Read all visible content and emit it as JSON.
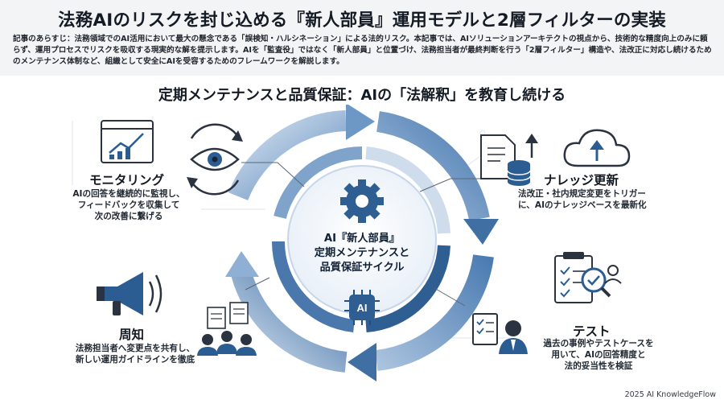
{
  "header": {
    "title": "法務AIのリスクを封じ込める『新人部員』運用モデルと2層フィルターの実装",
    "summary": "記事のあらすじ：法務領域でのAI活用において最大の懸念である「誤検知・ハルシネーション」による法的リスク。本記事では、AIソリューションアーキテクトの視点から、技術的な精度向上のみに頼らず、運用プロセスでリスクを吸収する現実的な解を提示します。AIを「監査役」ではなく「新人部員」と位置づけ、法務担当者が最終判断を行う「2層フィルター」構造や、法改正に対応し続けるためのメンテナンス体制など、組織として安全にAIを受容するためのフレームワークを解説します。"
  },
  "section": {
    "title": "定期メンテナンスと品質保証：AIの「法解釈」を教育し続ける"
  },
  "center": {
    "line1": "AI『新人部員』",
    "line2": "定期メンテナンスと",
    "line3": "品質保証サイクル",
    "chip": "AI"
  },
  "stages": {
    "monitoring": {
      "title": "モニタリング",
      "desc1": "AIの回答を継続的に監視し、",
      "desc2": "フィードバックを収集して",
      "desc3": "次の改善に繋げる",
      "icons": [
        "chart-dashboard-icon",
        "eye-cycle-icon"
      ]
    },
    "knowledge": {
      "title": "ナレッジ更新",
      "desc1": "法改正・社内規定変更をトリガー",
      "desc2": "に、AIのナレッジベースを最新化",
      "icons": [
        "document-database-icon",
        "cloud-upload-icon"
      ]
    },
    "test": {
      "title": "テスト",
      "desc1": "過去の事例やテストケースを",
      "desc2": "用いて、AIの回答精度と",
      "desc3": "法的妥当性を検証",
      "icons": [
        "checklist-magnifier-icon",
        "tester-person-icon"
      ]
    },
    "notice": {
      "title": "周知",
      "desc1": "法務担当者へ変更点を共有し、",
      "desc2": "新しい運用ガイドラインを徹底",
      "icons": [
        "megaphone-icon",
        "team-documents-icon"
      ]
    }
  },
  "colors": {
    "ring_outer": "#3f6fa3",
    "ring_inner": "#2f5e92",
    "ring_light": "#b9cde3",
    "icon_blue": "#2b5d93",
    "icon_dark": "#2b3340"
  },
  "footer": {
    "credit": "2025 AI KnowledgeFlow"
  }
}
